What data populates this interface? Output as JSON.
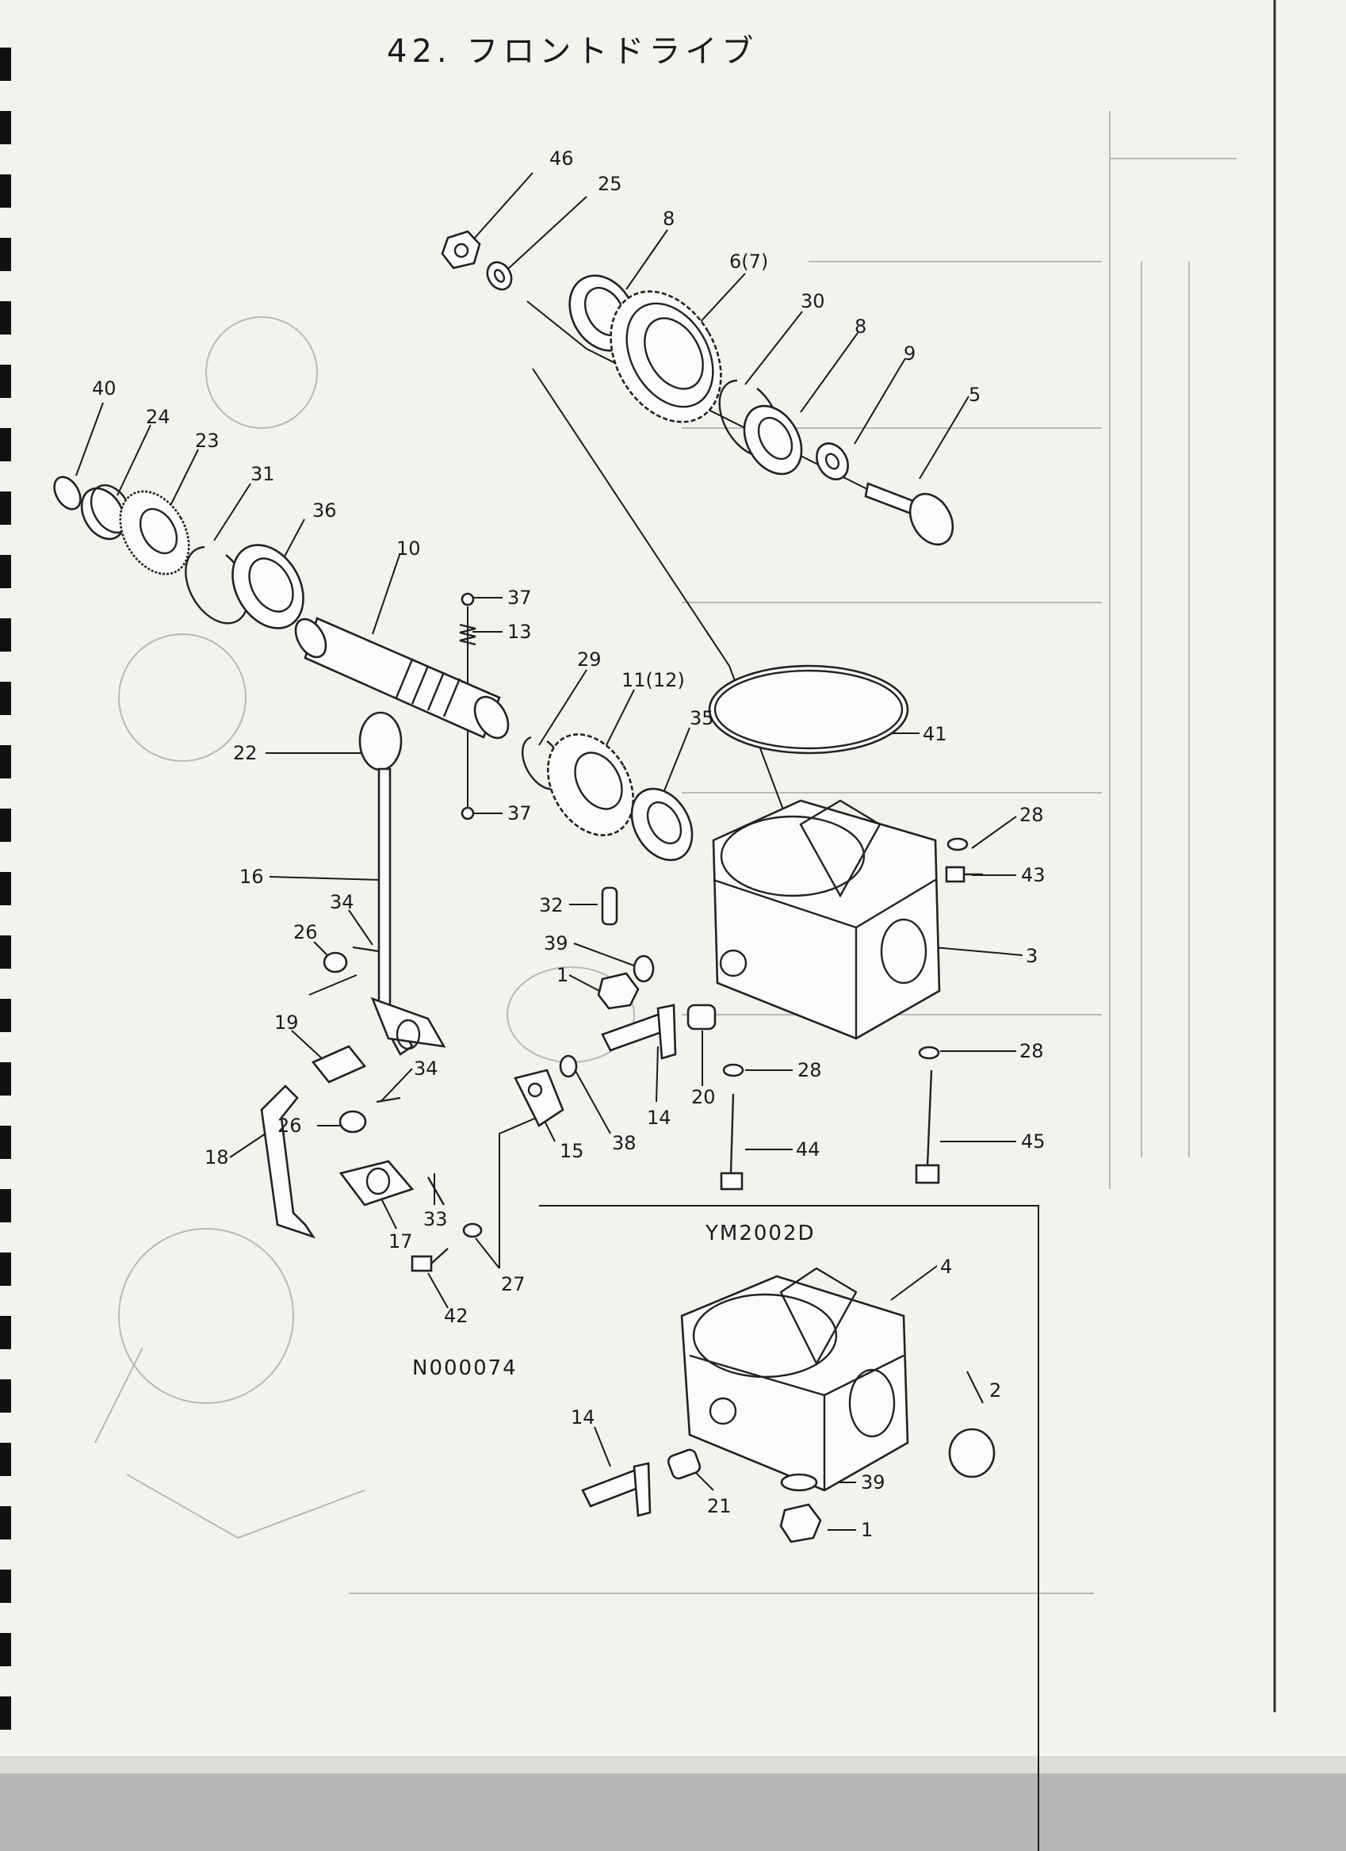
{
  "title": "42. フロントドライブ",
  "drawing_number": "N000074",
  "variant_box": {
    "label": "YM2002D"
  },
  "colors": {
    "paper": "#f3f2ef",
    "ink": "#1b1b1b",
    "binding": "#111111",
    "bleed": "#b9b9b9"
  },
  "callouts": [
    "46",
    "25",
    "8",
    "6(7)",
    "30",
    "8",
    "9",
    "5",
    "40",
    "24",
    "23",
    "31",
    "36",
    "10",
    "37",
    "13",
    "29",
    "11(12)",
    "35",
    "22",
    "41",
    "37",
    "28",
    "43",
    "16",
    "34",
    "26",
    "32",
    "39",
    "1",
    "3",
    "19",
    "34",
    "14",
    "20",
    "28",
    "28",
    "26",
    "18",
    "38",
    "15",
    "44",
    "45",
    "33",
    "17",
    "27",
    "42",
    "4",
    "2",
    "14",
    "39",
    "21",
    "1"
  ]
}
